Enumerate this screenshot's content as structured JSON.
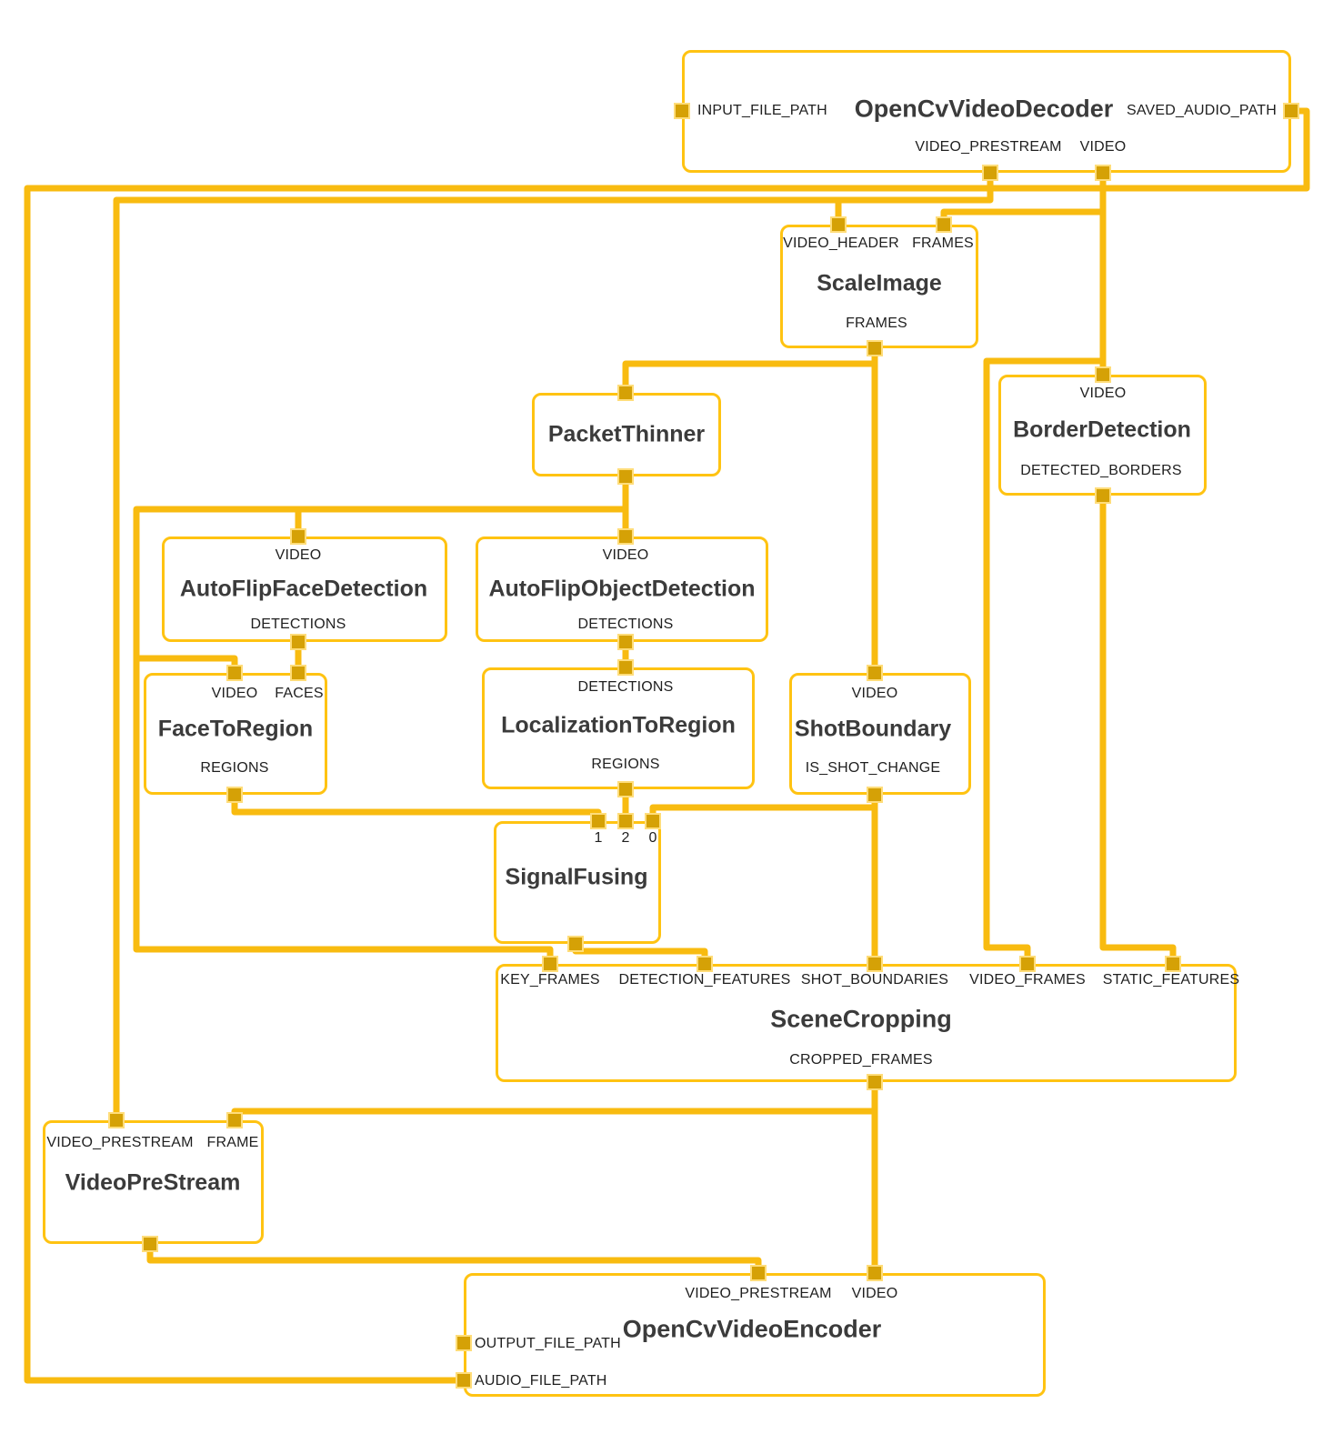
{
  "colors": {
    "background": "#FFFFFF",
    "edge": "#F8BB10",
    "node_border": "#FFC312",
    "port_fill": "#D5A106",
    "port_border": "#FFDD7A",
    "title_text": "#3B3B3B",
    "label_text": "#1F1F1F"
  },
  "nodes": {
    "decoder": {
      "title": "OpenCvVideoDecoder",
      "ports": {
        "input_file_path": "INPUT_FILE_PATH",
        "saved_audio_path": "SAVED_AUDIO_PATH",
        "video_prestream": "VIDEO_PRESTREAM",
        "video": "VIDEO"
      }
    },
    "scale_image": {
      "title": "ScaleImage",
      "ports": {
        "video_header": "VIDEO_HEADER",
        "frames_in": "FRAMES",
        "frames_out": "FRAMES"
      }
    },
    "packet_thinner": {
      "title": "PacketThinner"
    },
    "border_detection": {
      "title": "BorderDetection",
      "ports": {
        "video": "VIDEO",
        "detected_borders": "DETECTED_BORDERS"
      }
    },
    "face_detection": {
      "title": "AutoFlipFaceDetection",
      "ports": {
        "video": "VIDEO",
        "detections": "DETECTIONS"
      }
    },
    "object_detection": {
      "title": "AutoFlipObjectDetection",
      "ports": {
        "video": "VIDEO",
        "detections": "DETECTIONS"
      }
    },
    "face_to_region": {
      "title": "FaceToRegion",
      "ports": {
        "video": "VIDEO",
        "faces": "FACES",
        "regions": "REGIONS"
      }
    },
    "localization_to_region": {
      "title": "LocalizationToRegion",
      "ports": {
        "detections": "DETECTIONS",
        "regions": "REGIONS"
      }
    },
    "shot_boundary": {
      "title": "ShotBoundary",
      "ports": {
        "video": "VIDEO",
        "is_shot_change": "IS_SHOT_CHANGE"
      }
    },
    "signal_fusing": {
      "title": "SignalFusing",
      "ports": {
        "in1": "1",
        "in2": "2",
        "in0": "0"
      }
    },
    "scene_cropping": {
      "title": "SceneCropping",
      "ports": {
        "key_frames": "KEY_FRAMES",
        "detection_features": "DETECTION_FEATURES",
        "shot_boundaries": "SHOT_BOUNDARIES",
        "video_frames": "VIDEO_FRAMES",
        "static_features": "STATIC_FEATURES",
        "cropped_frames": "CROPPED_FRAMES"
      }
    },
    "video_pre_stream": {
      "title": "VideoPreStream",
      "ports": {
        "video_prestream": "VIDEO_PRESTREAM",
        "frame": "FRAME"
      }
    },
    "encoder": {
      "title": "OpenCvVideoEncoder",
      "ports": {
        "video_prestream": "VIDEO_PRESTREAM",
        "video": "VIDEO",
        "output_file_path": "OUTPUT_FILE_PATH",
        "audio_file_path": "AUDIO_FILE_PATH"
      }
    }
  }
}
